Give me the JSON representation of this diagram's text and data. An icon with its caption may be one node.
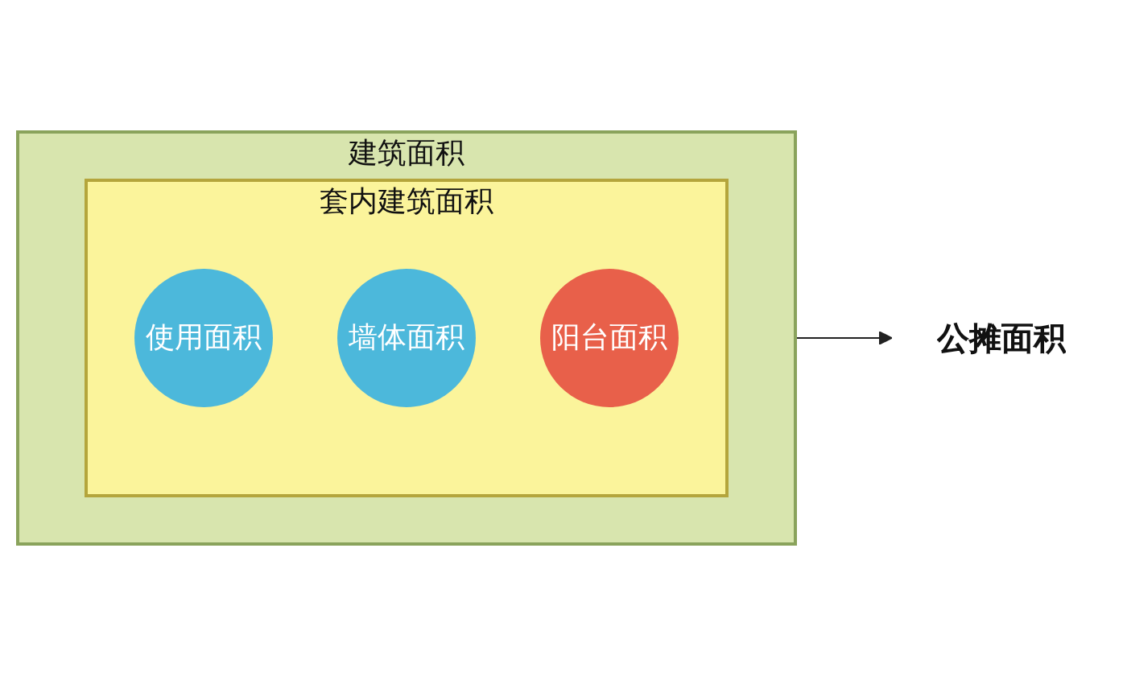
{
  "diagram": {
    "nodes": [
      {
        "text": [
          "建筑面积"
        ]
      },
      {
        "text": [
          "公摊面积"
        ]
      },
      {
        "text": [
          "套内建筑面积"
        ],
        "in": 0
      },
      {
        "text": [
          "使用面积"
        ],
        "in": 2
      },
      {
        "text": [
          "墙体面积"
        ],
        "in": 2
      },
      {
        "text": [
          "阳台面积"
        ],
        "in": 2
      }
    ],
    "edges": [
      {
        "from": 0,
        "to": 1,
        "arrow": "to"
      }
    ]
  }
}
